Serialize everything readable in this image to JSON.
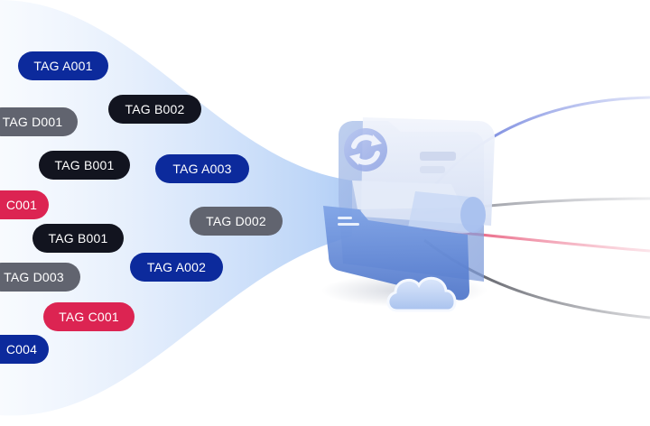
{
  "tags": [
    {
      "id": "a001",
      "label": "TAG A001",
      "color": "#0c2a9c"
    },
    {
      "id": "d001",
      "label": "TAG D001",
      "color": "#61646f"
    },
    {
      "id": "b002",
      "label": "TAG B002",
      "color": "#12141f"
    },
    {
      "id": "b001-top",
      "label": "TAG B001",
      "color": "#12141f"
    },
    {
      "id": "a003",
      "label": "TAG A003",
      "color": "#0c2a9c"
    },
    {
      "id": "c001-edge",
      "label": "C001",
      "color": "#dc2452"
    },
    {
      "id": "d002",
      "label": "TAG D002",
      "color": "#61646f"
    },
    {
      "id": "b001-mid",
      "label": "TAG B001",
      "color": "#12141f"
    },
    {
      "id": "d003",
      "label": "TAG D003",
      "color": "#61646f"
    },
    {
      "id": "a002",
      "label": "TAG A002",
      "color": "#0c2a9c"
    },
    {
      "id": "c001",
      "label": "TAG C001",
      "color": "#dc2452"
    },
    {
      "id": "c004-edge",
      "label": "C004",
      "color": "#0c2a9c"
    }
  ],
  "icons": {
    "folder": "folder-icon",
    "sync": "sync-icon",
    "cloud": "cloud-icon"
  },
  "colors": {
    "funnel": "#d6e6fb",
    "line_blue": "#4a62d6",
    "line_gray": "#8a8d97",
    "line_red": "#e23d62",
    "line_dark": "#3b3d47"
  }
}
